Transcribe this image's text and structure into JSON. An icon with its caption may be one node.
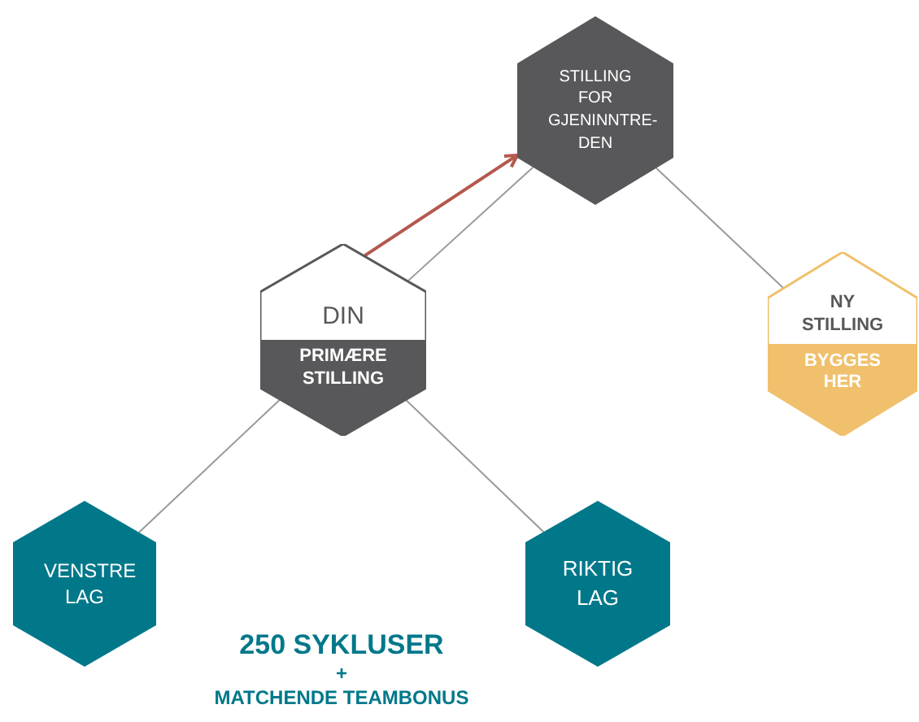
{
  "diagram": {
    "nodes": [
      {
        "text": [
          "STILLING FOR GJENINNTRE-DEN"
        ]
      },
      {
        "text": [
          "DIN",
          "PRIMÆRE STILLING"
        ]
      },
      {
        "text": [
          "NY STILLING",
          "BYGGES HER"
        ]
      },
      {
        "text": [
          "VENSTRE LAG"
        ]
      },
      {
        "text": [
          "RIKTIG LAG"
        ]
      }
    ],
    "edges": [
      {
        "from": 0,
        "to": 1,
        "arrow": "none"
      },
      {
        "from": 0,
        "to": 2,
        "arrow": "none"
      },
      {
        "from": 1,
        "to": 3,
        "arrow": "none"
      },
      {
        "from": 1,
        "to": 4,
        "arrow": "none"
      },
      {
        "from": 1,
        "to": 0,
        "arrow": "to",
        "color": "#b5584e"
      }
    ],
    "labels": [
      "250 SYKLUSER",
      "+",
      "MATCHENDE TEAMBONUS"
    ]
  }
}
